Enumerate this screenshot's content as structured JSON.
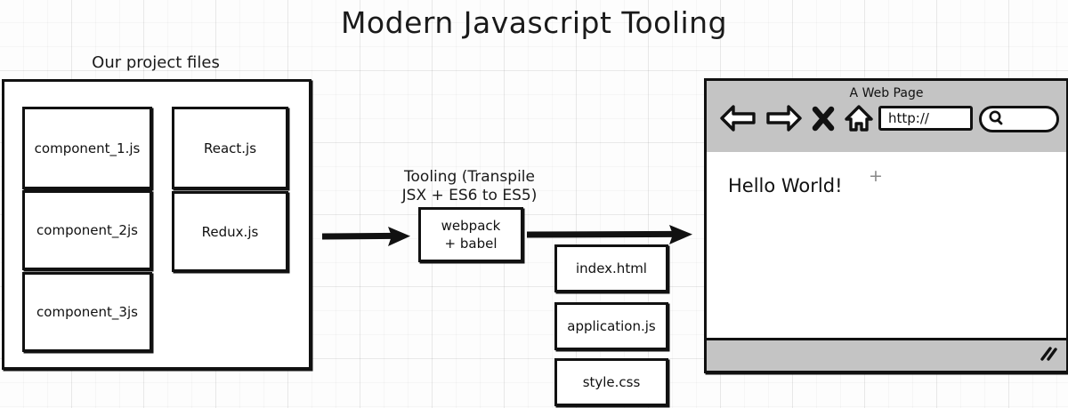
{
  "title": "Modern Javascript Tooling",
  "left_panel": {
    "heading": "Our project files",
    "files": [
      {
        "name": "component_1.js"
      },
      {
        "name": "React.js"
      },
      {
        "name": "component_2js"
      },
      {
        "name": "Redux.js"
      },
      {
        "name": "component_3js"
      }
    ]
  },
  "tooling": {
    "caption_line1": "Tooling (Transpile",
    "caption_line2": "JSX + ES6 to ES5)",
    "box_line1": "webpack",
    "box_line2": "+ babel"
  },
  "outputs": [
    {
      "name": "index.html"
    },
    {
      "name": "application.js"
    },
    {
      "name": "style.css"
    }
  ],
  "browser": {
    "page_title": "A Web Page",
    "address_value": "http://",
    "content_text": "Hello World!",
    "cursor_mark": "+",
    "icons": {
      "back": "back-arrow-icon",
      "forward": "forward-arrow-icon",
      "stop": "stop-x-icon",
      "home": "home-icon",
      "search": "search-magnifier-icon",
      "resize": "resize-grip-icon"
    }
  },
  "arrows": [
    {
      "name": "files-to-tooling"
    },
    {
      "name": "tooling-to-browser"
    }
  ],
  "colors": {
    "ink": "#111111",
    "chrome_gray": "#c4c4c4",
    "paper": "#ffffff",
    "grid": "#f0f0f0"
  }
}
